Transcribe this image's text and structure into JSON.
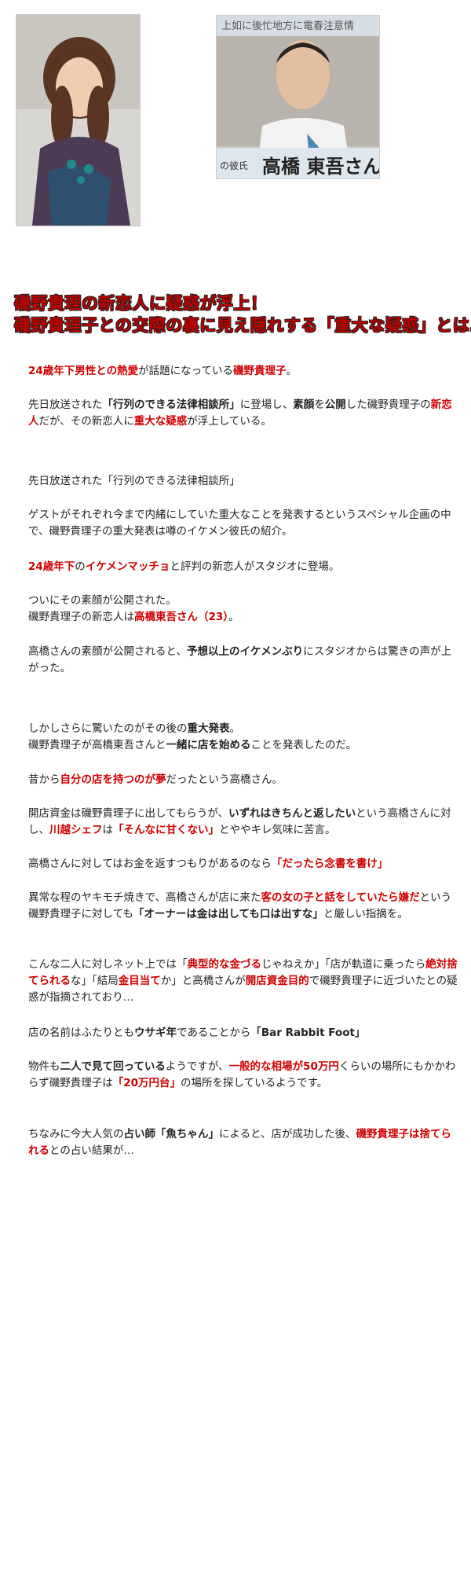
{
  "images": {
    "left": {
      "alt": "isono-kiriko-photo"
    },
    "right": {
      "alt": "takahashi-togo-photo",
      "caption_prefix": "の彼氏",
      "caption_name": "高橋 東吾さん(",
      "banner": "上如に後忙地方に電春注意情"
    }
  },
  "headline": {
    "line1": "磯野貴理の新恋人に疑惑が浮上！",
    "line2": "磯野貴理子との交際の裏に見え隠れする「重大な疑惑」とは…"
  },
  "paragraphs": [
    [
      "24歳年下男性との熱愛",
      "が話題になっている",
      "磯野貴理子",
      "。"
    ],
    [
      "先日放送された",
      "「行列のできる法律相談所」",
      "に登場し、",
      "素顔",
      "を",
      "公開",
      "した磯野貴理子の",
      "新恋人",
      "だが、その新恋人に",
      "重大な疑惑",
      "が浮上している。"
    ],
    [
      "先日放送された「行列のできる法律相談所」"
    ],
    [
      "ゲストがそれぞれ今まで内緒にしていた重大なことを発表するというスペシャル企画の中で、磯野貴理子の重大発表は噂のイケメン彼氏の紹介。"
    ],
    [
      "24歳年下",
      "の",
      "イケメンマッチョ",
      "と評判の新恋人がスタジオに登場。"
    ],
    [
      "ついにその素顔が公開された。"
    ],
    [
      "磯野貴理子の新恋人は",
      "高橋東吾さん（23）",
      "。"
    ],
    [
      "高橋さんの素顔が公開されると、",
      "予想以上のイケメンぶり",
      "にスタジオからは驚きの声が上がった。"
    ],
    [
      "しかしさらに驚いたのがその後の",
      "重大発表",
      "。"
    ],
    [
      "磯野貴理子が高橋東吾さんと",
      "一緒に店を始める",
      "ことを発表したのだ。"
    ],
    [
      "昔から",
      "自分の店を持つのが夢",
      "だったという高橋さん。"
    ],
    [
      "開店資金は磯野貴理子に出してもらうが、",
      "いずれはきちんと返したい",
      "という高橋さんに対し、",
      "川越シェフ",
      "は",
      "「そんなに甘くない」",
      "とややキレ気味に苦言。"
    ],
    [
      "高橋さんに対してはお金を返すつもりがあるのなら",
      "「だったら念書を書け」"
    ],
    [
      "異常な程のヤキモチ焼きで、高橋さんが店に来た",
      "客の女の子と話をしていたら嫌だ",
      "という磯野貴理子に対しても",
      "「オーナーは金は出しても口は出すな」",
      "と厳しい指摘を。"
    ],
    [
      "こんな二人に対しネット上では「",
      "典型的な金づる",
      "じゃねえか」「店が軌道に乗ったら",
      "絶対捨てられる",
      "な」「結局",
      "金目当て",
      "か」と高橋さんが",
      "開店資金目的",
      "で磯野貴理子に近づいたとの疑惑が指摘されており…"
    ],
    [
      "店の名前はふたりとも",
      "ウサギ年",
      "であることから",
      "「Bar Rabbit Foot」"
    ],
    [
      "物件も",
      "二人で見て回っている",
      "ようですが、",
      "一般的な相場が50万円",
      "くらいの場所にもかかわらず磯野貴理子は",
      "「20万円台」",
      "の場所を探しているようです。"
    ],
    [
      "ちなみに今大人気の",
      "占い師「魚ちゃん」",
      "によると、店が成功した後、",
      "磯野貴理子は捨てられる",
      "との占い結果が…"
    ]
  ],
  "colors": {
    "accent": "#d00000"
  }
}
